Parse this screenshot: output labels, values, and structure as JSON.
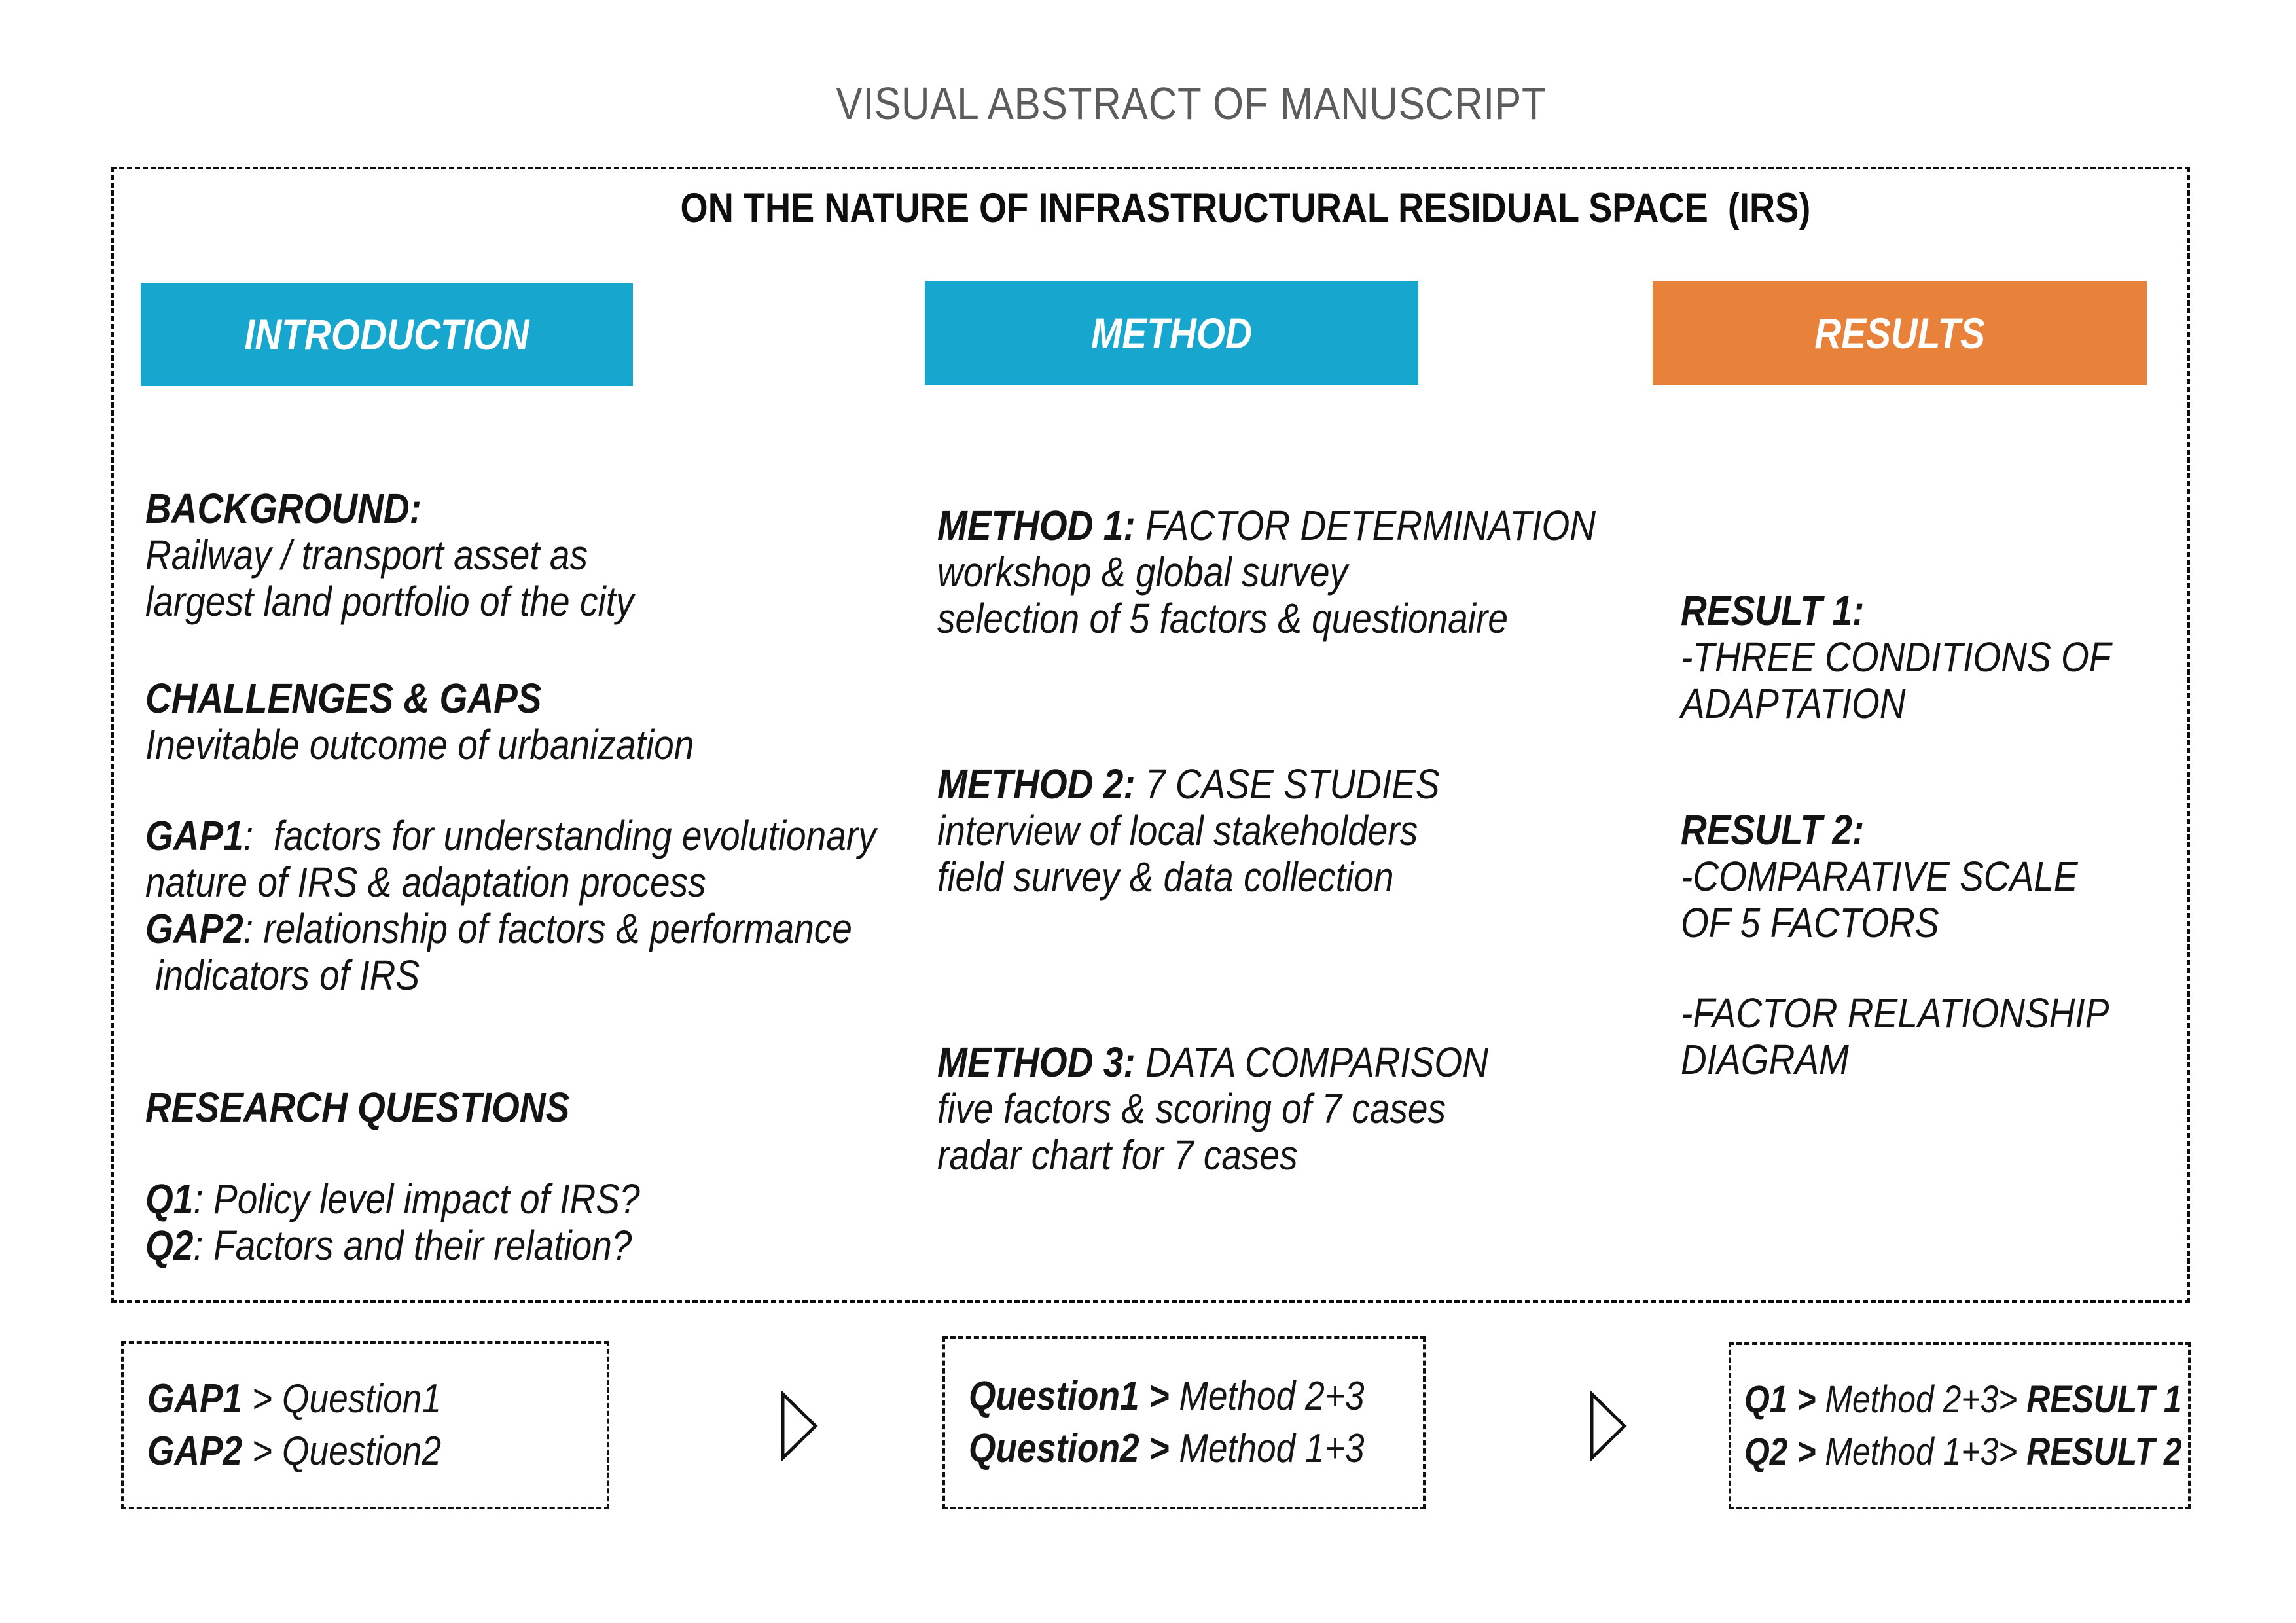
{
  "page": {
    "title": "VISUAL ABSTRACT OF MANUSCRIPT"
  },
  "abstract": {
    "title": "ON THE NATURE OF INFRASTRUCTURAL RESIDUAL SPACE  (IRS)",
    "colors": {
      "intro_method_header": "#17a6cd",
      "results_header": "#e8823a"
    },
    "columns": [
      {
        "id": "introduction",
        "header": "INTRODUCTION",
        "blocks": [
          {
            "lines": [
              [
                {
                  "s": "b",
                  "t": "BACKGROUND:"
                }
              ],
              [
                {
                  "s": "r",
                  "t": "Railway / transport asset as"
                }
              ],
              [
                {
                  "s": "r",
                  "t": "largest land portfolio of the city"
                }
              ]
            ]
          },
          {
            "lines": [
              [
                {
                  "s": "b",
                  "t": "CHALLENGES & GAPS"
                }
              ],
              [
                {
                  "s": "r",
                  "t": "Inevitable outcome of urbanization"
                }
              ]
            ]
          },
          {
            "lines": [
              [
                {
                  "s": "b",
                  "t": "GAP1"
                },
                {
                  "s": "r",
                  "t": ":  factors for understanding evolutionary"
                }
              ],
              [
                {
                  "s": "r",
                  "t": "nature of IRS & adaptation process"
                }
              ],
              [
                {
                  "s": "b",
                  "t": "GAP2"
                },
                {
                  "s": "r",
                  "t": ": relationship of factors & performance"
                }
              ],
              [
                {
                  "s": "r",
                  "t": " indicators of IRS"
                }
              ]
            ]
          },
          {
            "lines": [
              [
                {
                  "s": "b",
                  "t": "RESEARCH QUESTIONS"
                }
              ]
            ]
          },
          {
            "lines": [
              [
                {
                  "s": "b",
                  "t": "Q1"
                },
                {
                  "s": "r",
                  "t": ": Policy level impact of IRS?"
                }
              ],
              [
                {
                  "s": "b",
                  "t": "Q2"
                },
                {
                  "s": "r",
                  "t": ": Factors and their relation?"
                }
              ]
            ]
          }
        ]
      },
      {
        "id": "method",
        "header": "METHOD",
        "blocks": [
          {
            "lines": [
              [
                {
                  "s": "b",
                  "t": "METHOD 1:"
                },
                {
                  "s": "r",
                  "t": " FACTOR DETERMINATION"
                }
              ],
              [
                {
                  "s": "r",
                  "t": "workshop & global survey"
                }
              ],
              [
                {
                  "s": "r",
                  "t": "selection of 5 factors & questionaire"
                }
              ]
            ]
          },
          {
            "lines": [
              [
                {
                  "s": "b",
                  "t": "METHOD 2:"
                },
                {
                  "s": "r",
                  "t": " 7 CASE STUDIES"
                }
              ],
              [
                {
                  "s": "r",
                  "t": "interview of local stakeholders"
                }
              ],
              [
                {
                  "s": "r",
                  "t": "field survey & data collection"
                }
              ]
            ]
          },
          {
            "lines": [
              [
                {
                  "s": "b",
                  "t": "METHOD 3:"
                },
                {
                  "s": "r",
                  "t": " DATA COMPARISON"
                }
              ],
              [
                {
                  "s": "r",
                  "t": "five factors & scoring of 7 cases"
                }
              ],
              [
                {
                  "s": "r",
                  "t": "radar chart for 7 cases"
                }
              ]
            ]
          }
        ]
      },
      {
        "id": "results",
        "header": "RESULTS",
        "blocks": [
          {
            "lines": [
              [
                {
                  "s": "b",
                  "t": "RESULT 1:"
                }
              ],
              [
                {
                  "s": "r",
                  "t": "-THREE CONDITIONS OF"
                }
              ],
              [
                {
                  "s": "r",
                  "t": "ADAPTATION"
                }
              ]
            ]
          },
          {
            "lines": [
              [
                {
                  "s": "b",
                  "t": "RESULT 2:"
                }
              ],
              [
                {
                  "s": "r",
                  "t": "-COMPARATIVE SCALE"
                }
              ],
              [
                {
                  "s": "r",
                  "t": "OF 5 FACTORS"
                }
              ]
            ]
          },
          {
            "lines": [
              [
                {
                  "s": "r",
                  "t": "-FACTOR RELATIONSHIP"
                }
              ],
              [
                {
                  "s": "r",
                  "t": "DIAGRAM"
                }
              ]
            ]
          }
        ]
      }
    ]
  },
  "flow": {
    "boxes": [
      {
        "id": "gaps-to-questions",
        "lines": [
          [
            {
              "s": "b",
              "t": "GAP1"
            },
            {
              "s": "r",
              "t": " > Question1"
            }
          ],
          [
            {
              "s": "b",
              "t": "GAP2"
            },
            {
              "s": "r",
              "t": " > Question2"
            }
          ]
        ]
      },
      {
        "id": "questions-to-methods",
        "lines": [
          [
            {
              "s": "b",
              "t": "Question1 >"
            },
            {
              "s": "r",
              "t": " Method 2+3"
            }
          ],
          [
            {
              "s": "b",
              "t": "Question2 >"
            },
            {
              "s": "r",
              "t": " Method 1+3"
            }
          ]
        ]
      },
      {
        "id": "questions-methods-to-results",
        "lines": [
          [
            {
              "s": "b",
              "t": "Q1 >"
            },
            {
              "s": "r",
              "t": " Method 2+3> "
            },
            {
              "s": "b",
              "t": "RESULT 1"
            }
          ],
          [
            {
              "s": "b",
              "t": "Q2 >"
            },
            {
              "s": "r",
              "t": " Method 1+3> "
            },
            {
              "s": "b",
              "t": "RESULT 2"
            }
          ]
        ]
      }
    ],
    "arrows": [
      {
        "icon": "triangle-right-outline"
      },
      {
        "icon": "triangle-right-outline"
      }
    ]
  }
}
